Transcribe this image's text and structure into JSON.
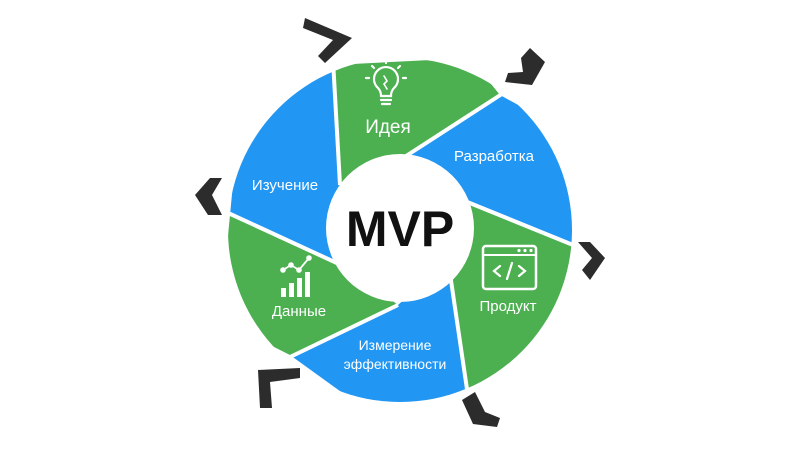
{
  "center": {
    "title": "MVP"
  },
  "segments": [
    {
      "id": "idea",
      "label": "Идея",
      "color": "#4caf50",
      "icon": "lightbulb-icon"
    },
    {
      "id": "development",
      "label": "Разработка",
      "color": "#2196f3",
      "icon": ""
    },
    {
      "id": "product",
      "label": "Продукт",
      "color": "#4caf50",
      "icon": "code-window-icon"
    },
    {
      "id": "measurement",
      "label_line1": "Измерение",
      "label_line2": "эффективности",
      "color": "#2196f3",
      "icon": ""
    },
    {
      "id": "data",
      "label": "Данные",
      "color": "#4caf50",
      "icon": "bar-chart-icon"
    },
    {
      "id": "learning",
      "label": "Изучение",
      "color": "#2196f3",
      "icon": ""
    }
  ],
  "colors": {
    "green": "#4caf50",
    "blue": "#2196f3",
    "chevron": "#2c2c2c",
    "center_bg": "#ffffff"
  },
  "decorations": {
    "chevron_icon": "chevron-arrow-icon",
    "count": 6
  }
}
